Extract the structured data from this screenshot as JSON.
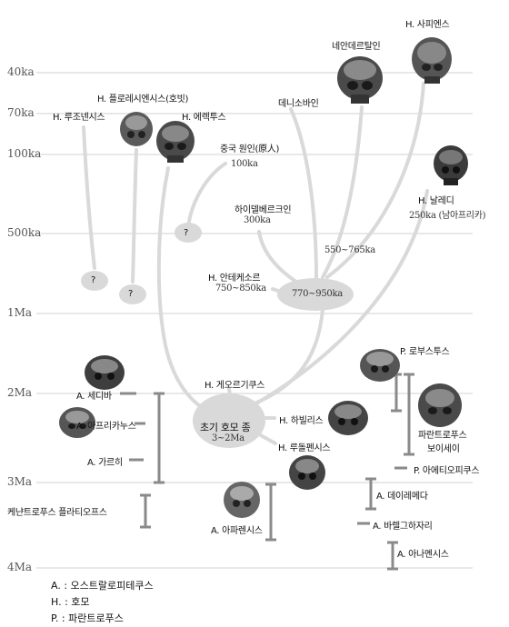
{
  "time_axis": {
    "ticks": [
      "40ka",
      "70ka",
      "100ka",
      "500ka",
      "1Ma",
      "2Ma",
      "3Ma",
      "4Ma"
    ]
  },
  "nodes": {
    "sapiens": "H. 사피엔스",
    "neanderthal": "네안데르탈인",
    "denisovan": "데니소바인",
    "naledi": "H. 날레디",
    "naledi_note": "250ka (남아프리카)",
    "floresiensis": "H. 플로레시엔시스(호빗)",
    "luzonensis": "H. 루조넨시스",
    "erectus": "H. 에렉투스",
    "peking_man": "중국 원인(原人)",
    "peking_date": "100ka",
    "heidelbergensis": "하이델베르크인",
    "heidelbergensis_date": "300ka",
    "split_date": "550~765ka",
    "antecessor": "H. 안테케소르",
    "antecessor_date": "750~850ka",
    "node_770": "770~950ka",
    "unknown": "?",
    "ergaster": "H. 게오르기쿠스",
    "early_homo": "초기 호모 종",
    "early_homo_date": "3~2Ma",
    "habilis": "H. 하빌리스",
    "rudolfensis": "H. 루돌펜시스",
    "robustus": "P. 로부스투스",
    "boisei_line1": "파란트로푸스",
    "boisei_line2": "보이세이",
    "aethiopicus": "P. 아에티오피쿠스",
    "sediba": "A. 세디바",
    "africanus": "A. 아프리카누스",
    "garhi": "A. 가르히",
    "platyops": "케냔트로푸스 플라티오프스",
    "afarensis": "A. 아파렌시스",
    "deyiremeda": "A. 데이레메다",
    "bahrelghazali": "A. 바렐그하자리",
    "anamensis": "A. 아나멘시스"
  },
  "legend": [
    "A. : 오스트랄로피테쿠스",
    "H. : 호모",
    "P. : 파란트로푸스"
  ]
}
